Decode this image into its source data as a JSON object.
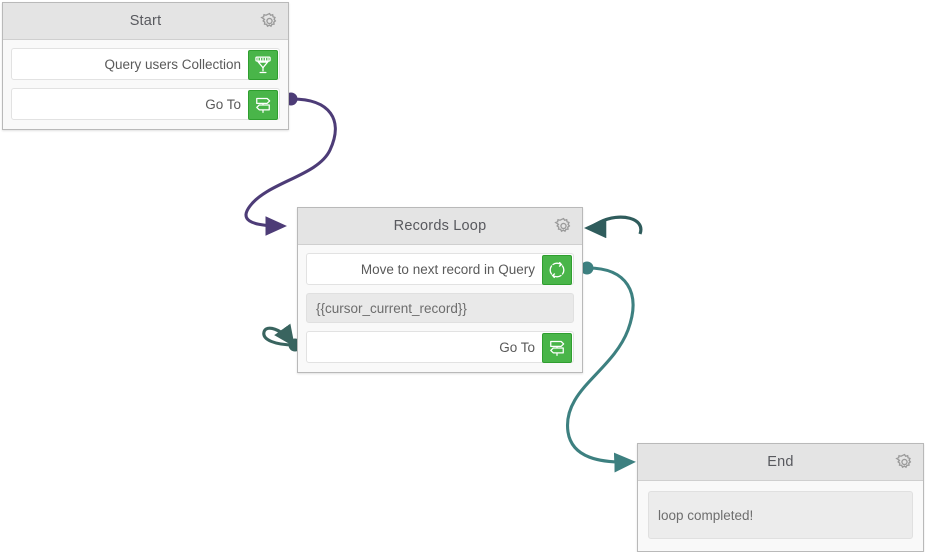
{
  "canvas": {
    "background": "#ffffff",
    "edge_colors": {
      "start_to_loop": "#4d3c77",
      "loop_back": "#2f5c5c",
      "loop_self": "#39645f",
      "loop_to_end": "#3d8080"
    }
  },
  "nodes": [
    {
      "id": "start",
      "title": "Start",
      "settings_icon": "gear-icon",
      "rows": [
        {
          "type": "action",
          "label": "Query users Collection",
          "icon": "database-query-icon"
        },
        {
          "type": "action",
          "label": "Go To",
          "icon": "signpost-icon"
        }
      ]
    },
    {
      "id": "records-loop",
      "title": "Records Loop",
      "settings_icon": "gear-icon",
      "rows": [
        {
          "type": "action",
          "label": "Move to next record in Query",
          "icon": "loop-arrows-icon"
        },
        {
          "type": "variable",
          "label": "{{cursor_current_record}}"
        },
        {
          "type": "action",
          "label": "Go To",
          "icon": "signpost-icon"
        }
      ]
    },
    {
      "id": "end",
      "title": "End",
      "settings_icon": "gear-icon",
      "rows": [
        {
          "type": "message",
          "label": "loop completed!"
        }
      ]
    }
  ]
}
